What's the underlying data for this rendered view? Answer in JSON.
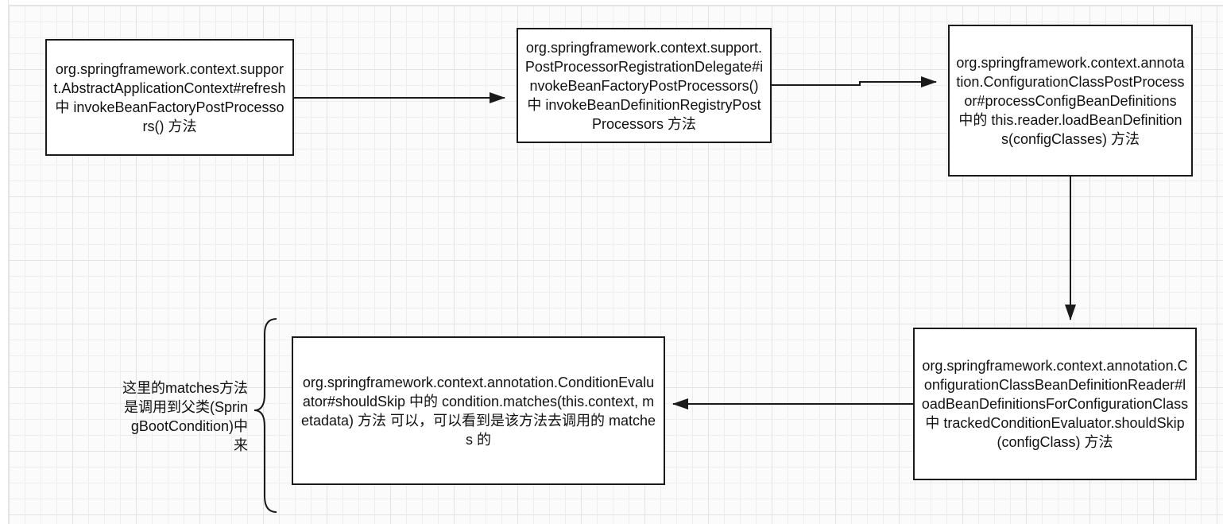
{
  "diagram": {
    "nodes": [
      {
        "id": "abstract-application-context-refresh",
        "text": "org.springframework.context.support.AbstractApplicationContext#refresh 中 invokeBeanFactoryPostProcessors() 方法"
      },
      {
        "id": "post-processor-registration-delegate",
        "text": "org.springframework.context.support.PostProcessorRegistrationDelegate#invokeBeanFactoryPostProcessors() 中 invokeBeanDefinitionRegistryPostProcessors 方法"
      },
      {
        "id": "configuration-class-post-processor",
        "text": "org.springframework.context.annotation.ConfigurationClassPostProcessor#processConfigBeanDefinitions 中的 this.reader.loadBeanDefinitions(configClasses) 方法"
      },
      {
        "id": "configuration-class-bean-definition-reader",
        "text": "org.springframework.context.annotation.ConfigurationClassBeanDefinitionReader#loadBeanDefinitionsForConfigurationClass 中 trackedConditionEvaluator.shouldSkip(configClass) 方法"
      },
      {
        "id": "condition-evaluator-should-skip",
        "text": "org.springframework.context.annotation.ConditionEvaluator#shouldSkip 中的 condition.matches(this.context, metadata) 方法 可以，可以看到是该方法去调用的 matches 的"
      }
    ],
    "edges": [
      {
        "from": "abstract-application-context-refresh",
        "to": "post-processor-registration-delegate"
      },
      {
        "from": "post-processor-registration-delegate",
        "to": "configuration-class-post-processor"
      },
      {
        "from": "configuration-class-post-processor",
        "to": "configuration-class-bean-definition-reader"
      },
      {
        "from": "configuration-class-bean-definition-reader",
        "to": "condition-evaluator-should-skip"
      }
    ],
    "annotation": {
      "text": "这里的matches方法是调用到父类(SpringBootCondition)中来",
      "target": "condition-evaluator-should-skip"
    }
  }
}
